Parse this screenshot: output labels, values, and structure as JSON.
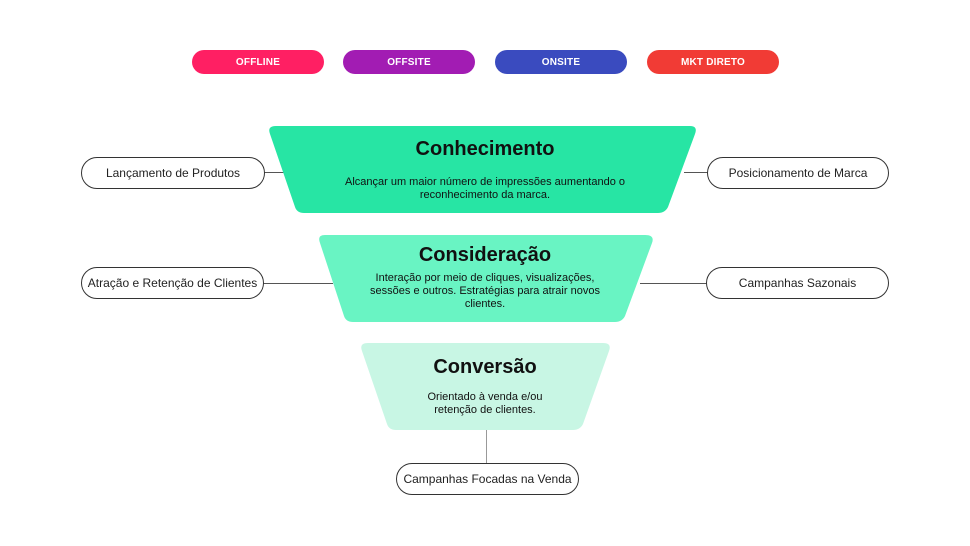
{
  "channels": [
    {
      "label": "OFFLINE",
      "color": "#ff1f63"
    },
    {
      "label": "OFFSITE",
      "color": "#a21cb3"
    },
    {
      "label": "ONSITE",
      "color": "#3a4bbf"
    },
    {
      "label": "MKT DIRETO",
      "color": "#f13b35"
    }
  ],
  "funnel": [
    {
      "title": "Conhecimento",
      "description": "Alcançar um maior número de impressões aumentando o reconhecimento da marca.",
      "color": "#27e5a4",
      "left_node": "Lançamento de Produtos",
      "right_node": "Posicionamento de Marca"
    },
    {
      "title": "Consideração",
      "description": "Interação por meio de cliques, visualizações, sessões e outros. Estratégias para atrair novos clientes.",
      "color": "#69f4c3",
      "left_node": "Atração e Retenção de Clientes",
      "right_node": "Campanhas Sazonais"
    },
    {
      "title": "Conversão",
      "description": "Orientado à venda e/ou retenção de clientes.",
      "color": "#c8f6e4",
      "bottom_node": "Campanhas Focadas na Venda"
    }
  ]
}
